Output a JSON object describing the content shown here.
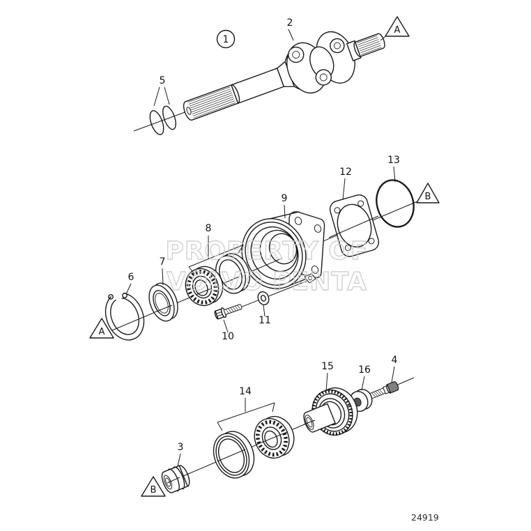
{
  "diagram": {
    "drawing_number": "24919",
    "watermark_line1": "PROPERTY OF",
    "watermark_line2": "VOLVO PENTA"
  },
  "callouts": {
    "c1": "1",
    "c2": "2",
    "c3": "3",
    "c4": "4",
    "c5": "5",
    "c6": "6",
    "c7": "7",
    "c8": "8",
    "c9": "9",
    "c10": "10",
    "c11": "11",
    "c12": "12",
    "c13": "13",
    "c14": "14",
    "c15": "15",
    "c16": "16"
  },
  "ref_markers": {
    "top_right": "A",
    "middle_left": "A",
    "middle_right": "B",
    "bottom_left": "B"
  },
  "colors": {
    "line": "#1a1a1a",
    "watermark": "#cccccc",
    "background": "#ffffff"
  }
}
